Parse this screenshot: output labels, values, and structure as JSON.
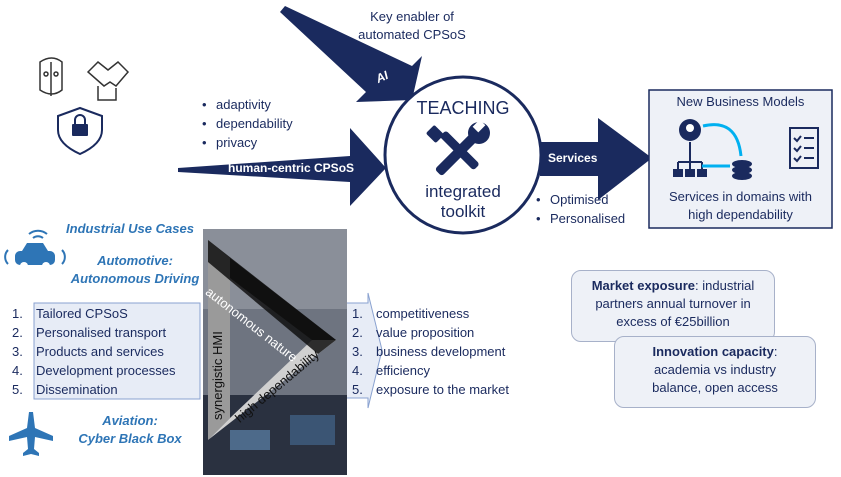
{
  "ai": {
    "caption_line1": "Key enabler of",
    "caption_line2": "automated CPSoS",
    "arrow_label": "AI"
  },
  "hc": {
    "bullets": [
      "adaptivity",
      "dependability",
      "privacy"
    ],
    "arrow_label": "human-centric CPSoS"
  },
  "teaching": {
    "title": "TEACHING",
    "subtitle_line1": "integrated",
    "subtitle_line2": "toolkit"
  },
  "services": {
    "arrow_label": "Services",
    "bullets": [
      "Optimised",
      "Personalised"
    ]
  },
  "business": {
    "title": "New Business Models",
    "caption_line1": "Services in domains with",
    "caption_line2": "high dependability"
  },
  "usecases": {
    "title": "Industrial Use Cases",
    "automotive_line1": "Automotive:",
    "automotive_line2": "Autonomous Driving",
    "aviation_line1": "Aviation:",
    "aviation_line2": "Cyber Black Box"
  },
  "left_list": [
    {
      "n": "1.",
      "text": "Tailored CPSoS"
    },
    {
      "n": "2.",
      "text": "Personalised transport"
    },
    {
      "n": "3.",
      "text": "Products and services"
    },
    {
      "n": "4.",
      "text": "Development processes"
    },
    {
      "n": "5.",
      "text": "Dissemination"
    }
  ],
  "triangle": {
    "side1": "autonomous nature",
    "side2": "high dependability",
    "side3": "synergistic HMI"
  },
  "right_list": [
    {
      "n": "1.",
      "text": "competitiveness"
    },
    {
      "n": "2.",
      "text": "value proposition"
    },
    {
      "n": "3.",
      "text": "business development"
    },
    {
      "n": "4.",
      "text": "efficiency"
    },
    {
      "n": "5.",
      "text": "exposure to the market"
    }
  ],
  "market": {
    "label": "Market exposure",
    "text_line1": ": industrial",
    "text_line2": "partners annual turnover in",
    "text_line3": "excess of €25billion"
  },
  "innovation": {
    "label": "Innovation capacity",
    "text_line1": ":",
    "text_line2": "academia vs industry",
    "text_line3": "balance, open access"
  },
  "colors": {
    "navy": "#1a2a5e",
    "accent_blue": "#2e75b6",
    "light_blue": "#00b0f0"
  },
  "icons": [
    "ai-face-icon",
    "handshake-icon",
    "shield-lock-icon",
    "robot-head-icon",
    "hierarchy-icon",
    "coins-icon",
    "checklist-icon",
    "connected-car-icon",
    "airplane-icon"
  ]
}
